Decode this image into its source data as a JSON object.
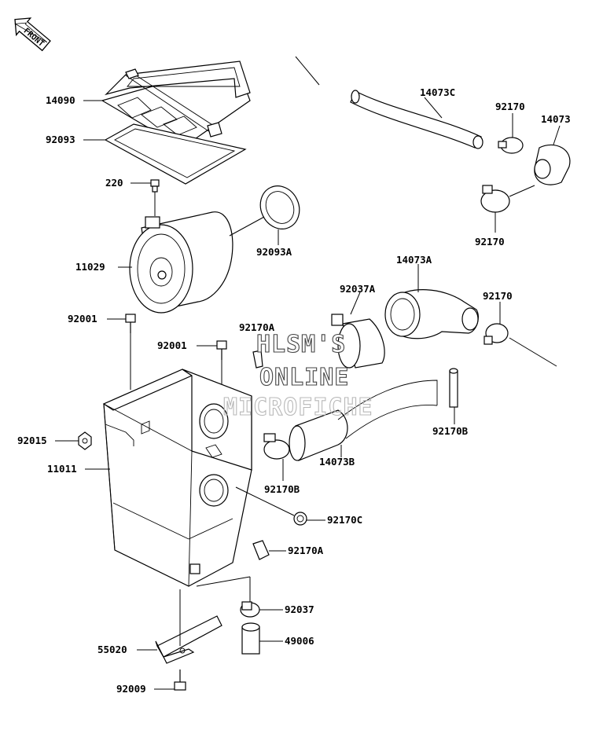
{
  "front_label": "FRONT",
  "watermark": {
    "line1": "HLSM'S",
    "line2": "ONLINE",
    "line3": "MICROFICHE"
  },
  "labels": {
    "p14090": "14090",
    "p92093": "92093",
    "p220": "220",
    "p11029": "11029",
    "p92093A": "92093A",
    "p92001_left": "92001",
    "p92001_right": "92001",
    "p92015": "92015",
    "p11011": "11011",
    "p55020": "55020",
    "p92009": "92009",
    "p14073C": "14073C",
    "p92170_top": "92170",
    "p14073": "14073",
    "p92170_mid": "92170",
    "p14073A": "14073A",
    "p92037A": "92037A",
    "p92170_right": "92170",
    "p92170A_top": "92170A",
    "p92170B_right": "92170B",
    "p14073B": "14073B",
    "p92170B_left": "92170B",
    "p92170C": "92170C",
    "p92170A_bottom": "92170A",
    "p92037": "92037",
    "p49006": "49006"
  }
}
